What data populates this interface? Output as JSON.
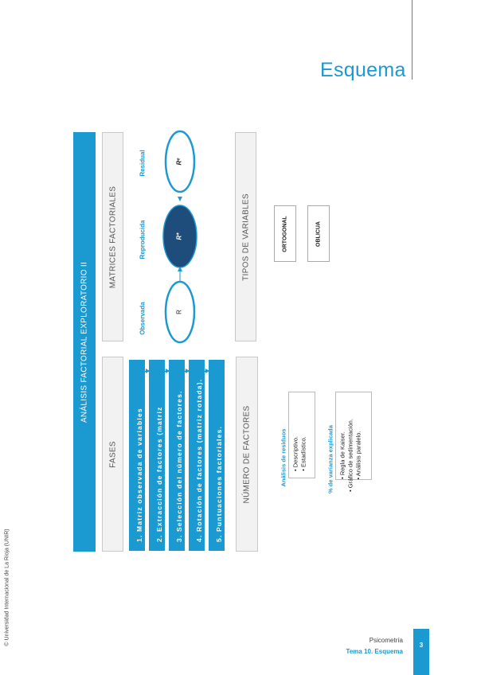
{
  "page": {
    "title": "Esquema",
    "copyright": "© Universidad Internacional de La Rioja (UNIR)",
    "footer_course": "Psicometría",
    "footer_topic": "Tema 10. Esquema",
    "page_number": "3"
  },
  "diagram": {
    "main": "ANÁLISIS FACTORIAL EXPLORATORIO II",
    "fases_label": "FASES",
    "steps": [
      "1. Matriz observada de variables",
      "2. Extracción de factores (matriz",
      "3. Selección del número de factores.",
      "4. Rotación de factores (matriz rotada).",
      "5. Puntuaciones factoriales."
    ],
    "matrices_label": "MATRICES FACTORIALES",
    "matrices": [
      {
        "title": "Observada",
        "symbol": "R"
      },
      {
        "title": "Reproducida",
        "symbol": "R*"
      },
      {
        "title": "Residual",
        "symbol": "Rᵉ"
      }
    ],
    "tipos_label": "TIPOS DE VARIABLES",
    "tipos": [
      "ORTOGONAL",
      "OBLICUA"
    ],
    "numero_label": "NÚMERO DE FACTORES",
    "residuos": {
      "title": "Análisis de residuos",
      "items": [
        "Descriptivo.",
        "Estadístico."
      ]
    },
    "varianza": {
      "title": "% de varianza explicada",
      "items": [
        "Regla de Kaiser.",
        "Gráfico de sedimentación.",
        "Análisis paralelo."
      ]
    }
  },
  "colors": {
    "accent": "#1b9ad1",
    "dark": "#1e4d7b",
    "panel": "#f2f2f2"
  }
}
